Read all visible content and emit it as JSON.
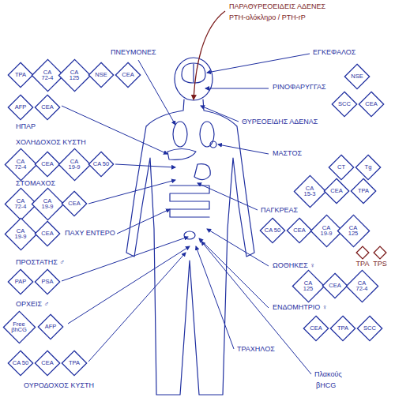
{
  "diagram": {
    "nodes": [
      {
        "text": [
          "TPA"
        ]
      },
      {
        "text": [
          "CA 72-4"
        ]
      },
      {
        "text": [
          "CA 125"
        ]
      },
      {
        "text": [
          "NSE"
        ]
      },
      {
        "text": [
          "CEA"
        ]
      },
      {
        "text": [
          "AFP"
        ]
      },
      {
        "text": [
          "CEA"
        ]
      },
      {
        "text": [
          "CA 72-4"
        ]
      },
      {
        "text": [
          "CEA"
        ]
      },
      {
        "text": [
          "CA 19-9"
        ]
      },
      {
        "text": [
          "CA 50"
        ]
      },
      {
        "text": [
          "CA 72-4"
        ]
      },
      {
        "text": [
          "CA 19-9"
        ]
      },
      {
        "text": [
          "CEA"
        ]
      },
      {
        "text": [
          "CA 19-9"
        ]
      },
      {
        "text": [
          "CEA"
        ]
      },
      {
        "text": [
          "PAP"
        ]
      },
      {
        "text": [
          "PSA"
        ]
      },
      {
        "text": [
          "Free βhCG"
        ]
      },
      {
        "text": [
          "AFP"
        ]
      },
      {
        "text": [
          "CA 50"
        ]
      },
      {
        "text": [
          "CEA"
        ]
      },
      {
        "text": [
          "TPA"
        ]
      },
      {
        "text": [
          "NSE"
        ]
      },
      {
        "text": [
          "SCC"
        ]
      },
      {
        "text": [
          "CEA"
        ]
      },
      {
        "text": [
          "CT"
        ]
      },
      {
        "text": [
          "Tg"
        ]
      },
      {
        "text": [
          "CA 15-3"
        ]
      },
      {
        "text": [
          "CEA"
        ]
      },
      {
        "text": [
          "TPA"
        ]
      },
      {
        "text": [
          "CA 50"
        ]
      },
      {
        "text": [
          "CEA"
        ]
      },
      {
        "text": [
          "CA 19-9"
        ]
      },
      {
        "text": [
          "CA 125"
        ]
      },
      {
        "text": [
          "TPA"
        ]
      },
      {
        "text": [
          "TPS"
        ]
      },
      {
        "text": [
          "CA 125"
        ]
      },
      {
        "text": [
          "CEA"
        ]
      },
      {
        "text": [
          "CA 72-4"
        ]
      },
      {
        "text": [
          "CEA"
        ]
      },
      {
        "text": [
          "TPA"
        ]
      },
      {
        "text": [
          "SCC"
        ]
      }
    ],
    "labels": [
      "ΠΑΡΑΘΥΡΕΟΕΙΔΕΙΣ ΑΔΕΝΕΣ",
      "PTH-ολόκληρο / PTH-rP",
      "ΠΝΕΥΜΟΝΕΣ",
      "ΗΠΑΡ",
      "ΧΟΛΗΔΟΧΟΣ ΚΥΣΤΗ",
      "ΣΤΟΜΑΧΟΣ",
      "ΠΑΧΥ ΕΝΤΕΡΟ",
      "ΠΡΟΣΤΑΤΗΣ ♂",
      "ΟΡΧΕΙΣ ♂",
      "ΟΥΡΟΔΟΧΟΣ ΚΥΣΤΗ",
      "ΕΓΚΕΦΑΛΟΣ",
      "ΡΙΝΟΦΑΡΥΓΓΑΣ",
      "ΘΥΡΕΟΕΙΔΗΣ ΑΔΕΝΑΣ",
      "ΜΑΣΤΟΣ",
      "ΠΑΓΚΡΕΑΣ",
      "ΩΟΘΗΚΕΣ ♀",
      "ΕΝΔΟΜΗΤΡΙΟ ♀",
      "ΤΡΑΧΗΛΟΣ",
      "Πλακούς",
      "βHCG"
    ]
  }
}
